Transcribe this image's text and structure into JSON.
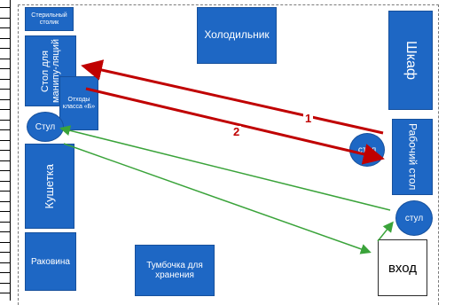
{
  "items": {
    "sterile_table": "Стерильный столик",
    "fridge": "Холодильник",
    "wardrobe": "Шкаф",
    "manipulation_table": "Стол для манипу-ляций",
    "waste_class_b": "Отходы класса «Б»",
    "chair_left": "Стул",
    "couch": "Кушетка",
    "work_table": "Рабочий стол",
    "chair_work": "стул",
    "chair_entry": "стул",
    "sink": "Раковина",
    "storage_cabinet": "Тумбочка для хранения",
    "entry": "вход"
  },
  "routes": {
    "route_1": "1",
    "route_2": "2"
  },
  "colors": {
    "furniture": "#1e67c4",
    "route_red": "#c00000",
    "route_green": "#3aa33a"
  }
}
